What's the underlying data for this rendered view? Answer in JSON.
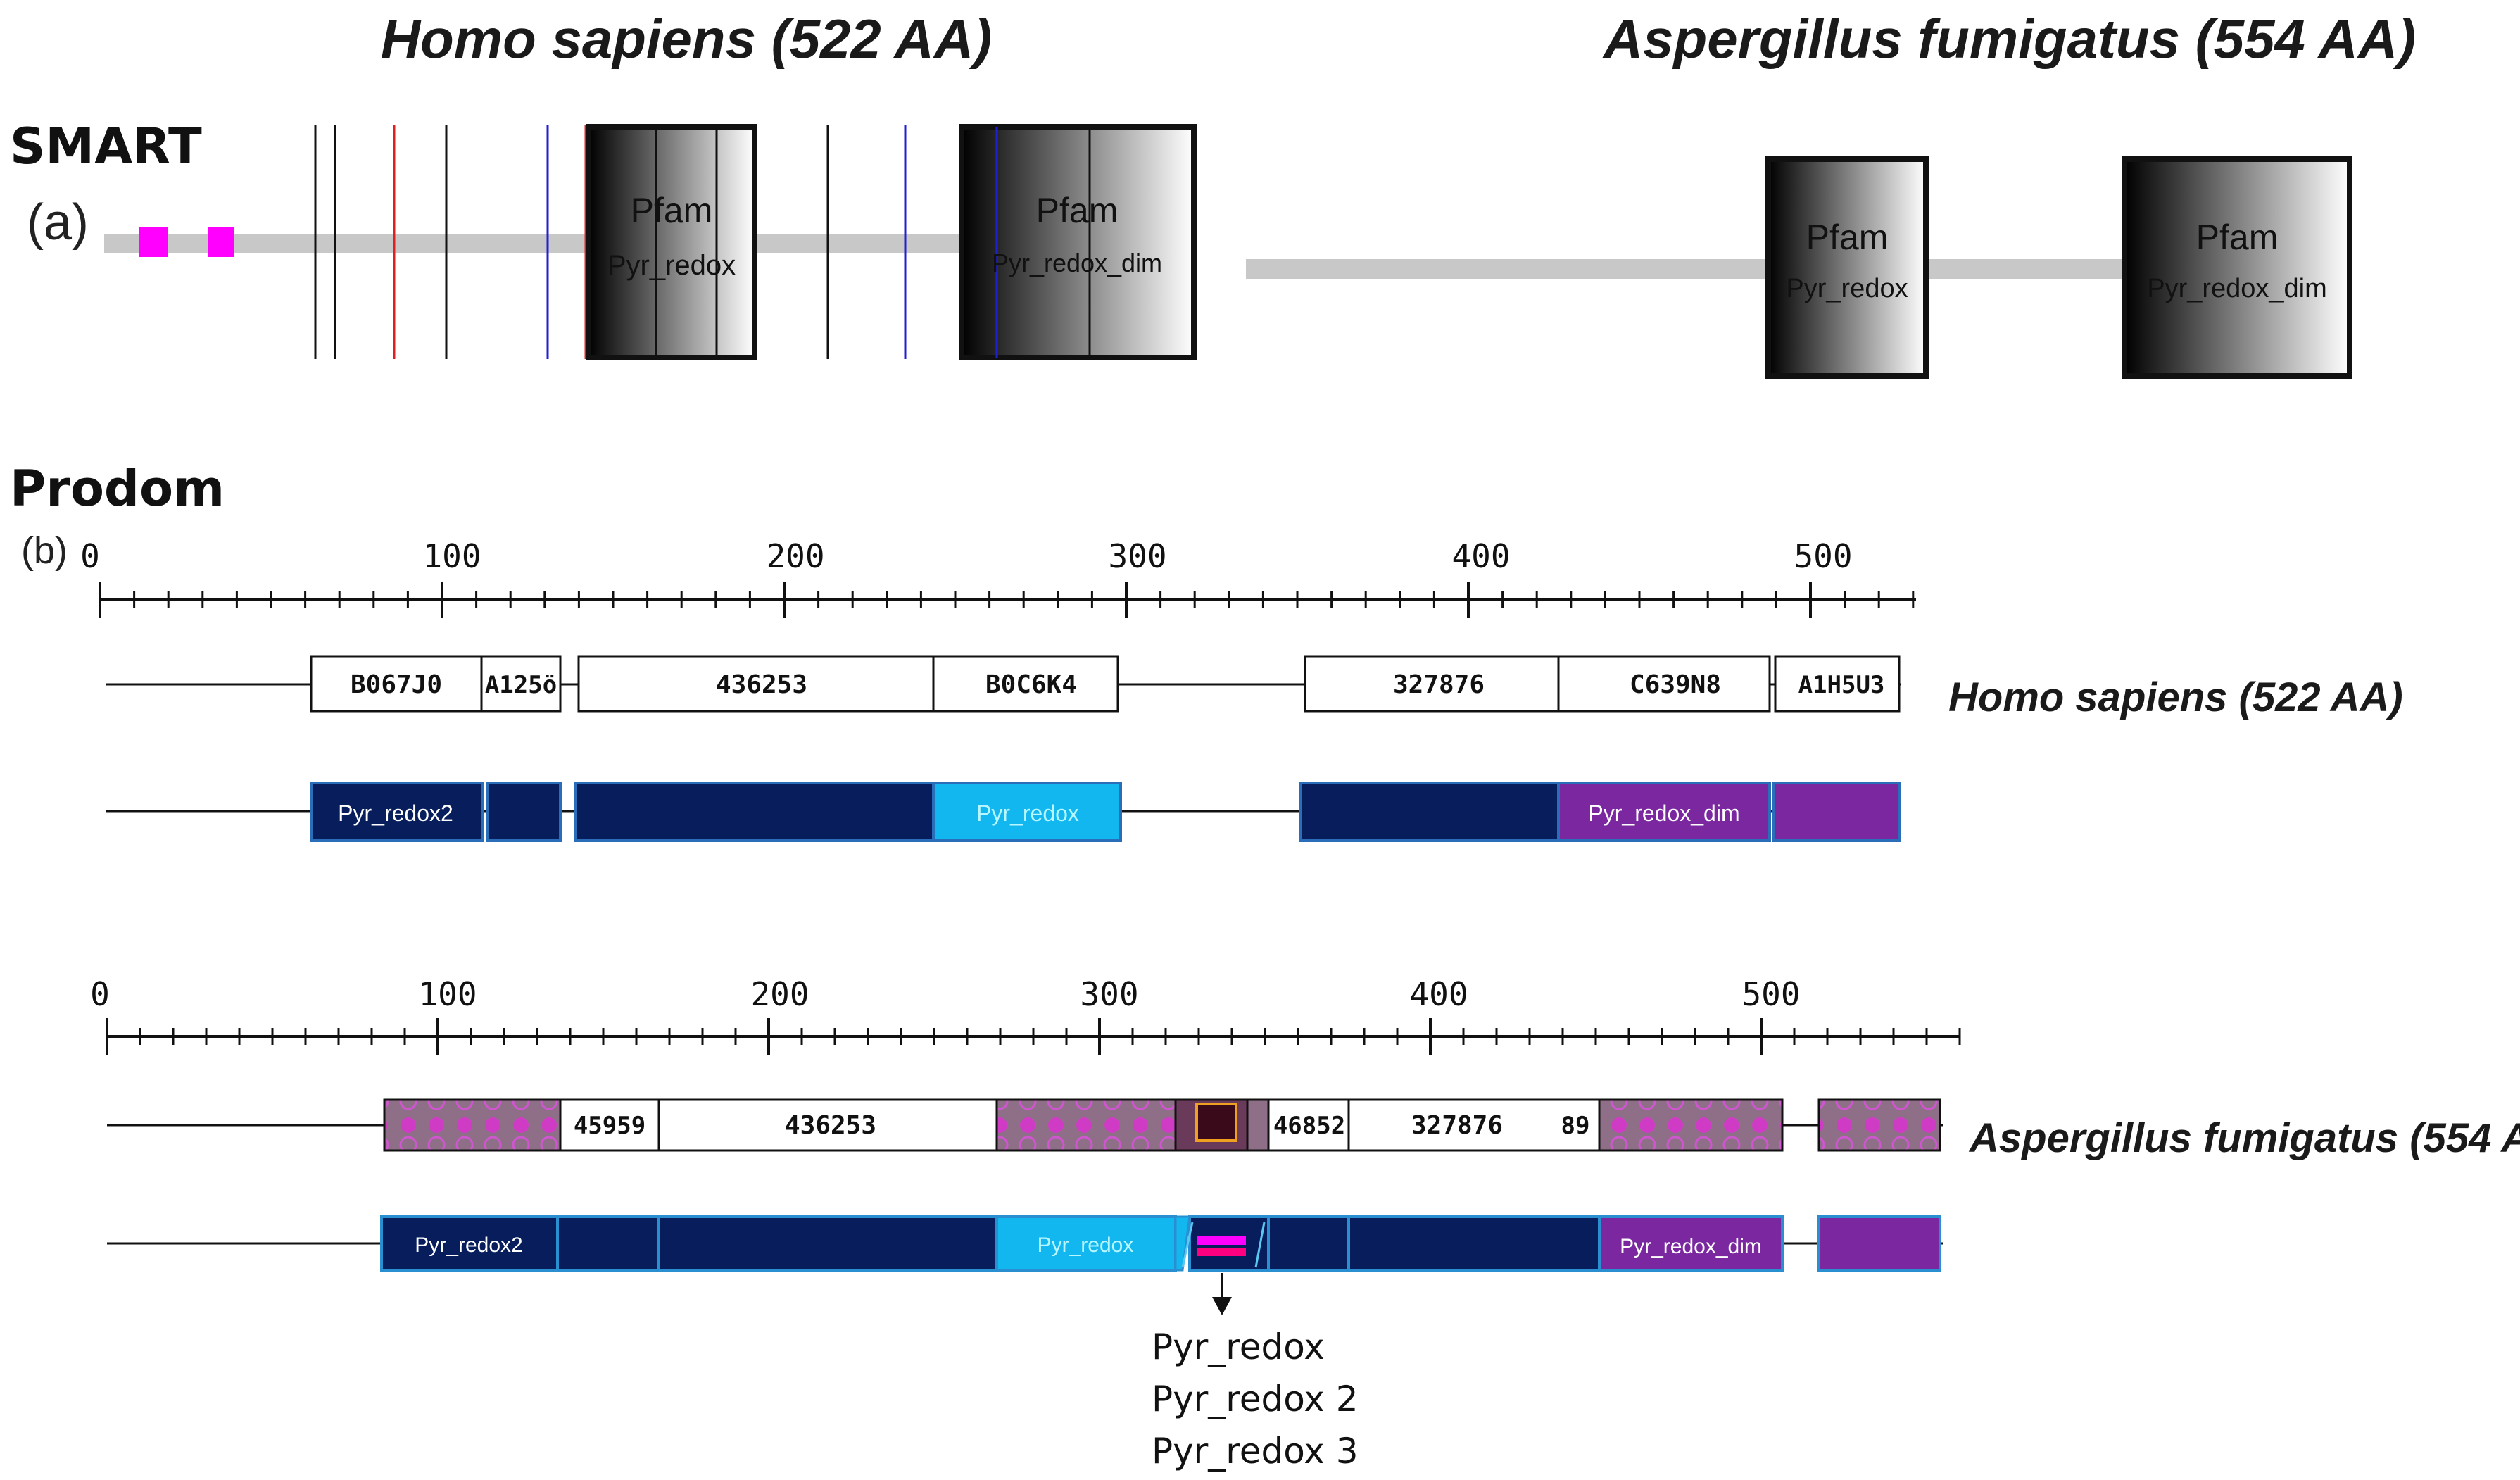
{
  "titles": {
    "human": "Homo sapiens (522 AA)",
    "asp": "Aspergillus fumigatus (554 AA)"
  },
  "sections": {
    "smart": "SMART",
    "prodom": "Prodom"
  },
  "panels": {
    "a": "(a)",
    "b": "(b)"
  },
  "smart": {
    "human": {
      "domains": [
        {
          "line1": "Pfam",
          "line2": "Pyr_redox"
        },
        {
          "line1": "Pfam",
          "line2": "Pyr_redox_dim"
        }
      ]
    },
    "asp": {
      "domains": [
        {
          "line1": "Pfam",
          "line2": "Pyr_redox"
        },
        {
          "line1": "Pfam",
          "line2": "Pyr_redox_dim"
        }
      ]
    }
  },
  "prodom": {
    "human": {
      "ticks": [
        "0",
        "100",
        "200",
        "300",
        "400",
        "500"
      ],
      "families": [
        "B067J0",
        "A125ö",
        "436253",
        "B0C6K4",
        "327876",
        "C639N8",
        "A1H5U3"
      ],
      "domains": [
        "Pyr_redox2",
        "Pyr_redox",
        "Pyr_redox_dim"
      ]
    },
    "asp": {
      "ticks": [
        "0",
        "100",
        "200",
        "300",
        "400",
        "500"
      ],
      "families": [
        "45959",
        "436253",
        "46852",
        "327876",
        "89"
      ],
      "domains": [
        "Pyr_redox2",
        "Pyr_redox",
        "Pyr_redox_dim"
      ]
    }
  },
  "annotation": [
    "Pyr_redox",
    "Pyr_redox 2",
    "Pyr_redox 3"
  ],
  "colors": {
    "navy": "#071d5c",
    "cyan": "#12b7f0",
    "purple": "#7b28a0",
    "magenta": "#ff00ff",
    "grey_line": "#c8c8c8",
    "dotted_box": "#8f6f88"
  }
}
